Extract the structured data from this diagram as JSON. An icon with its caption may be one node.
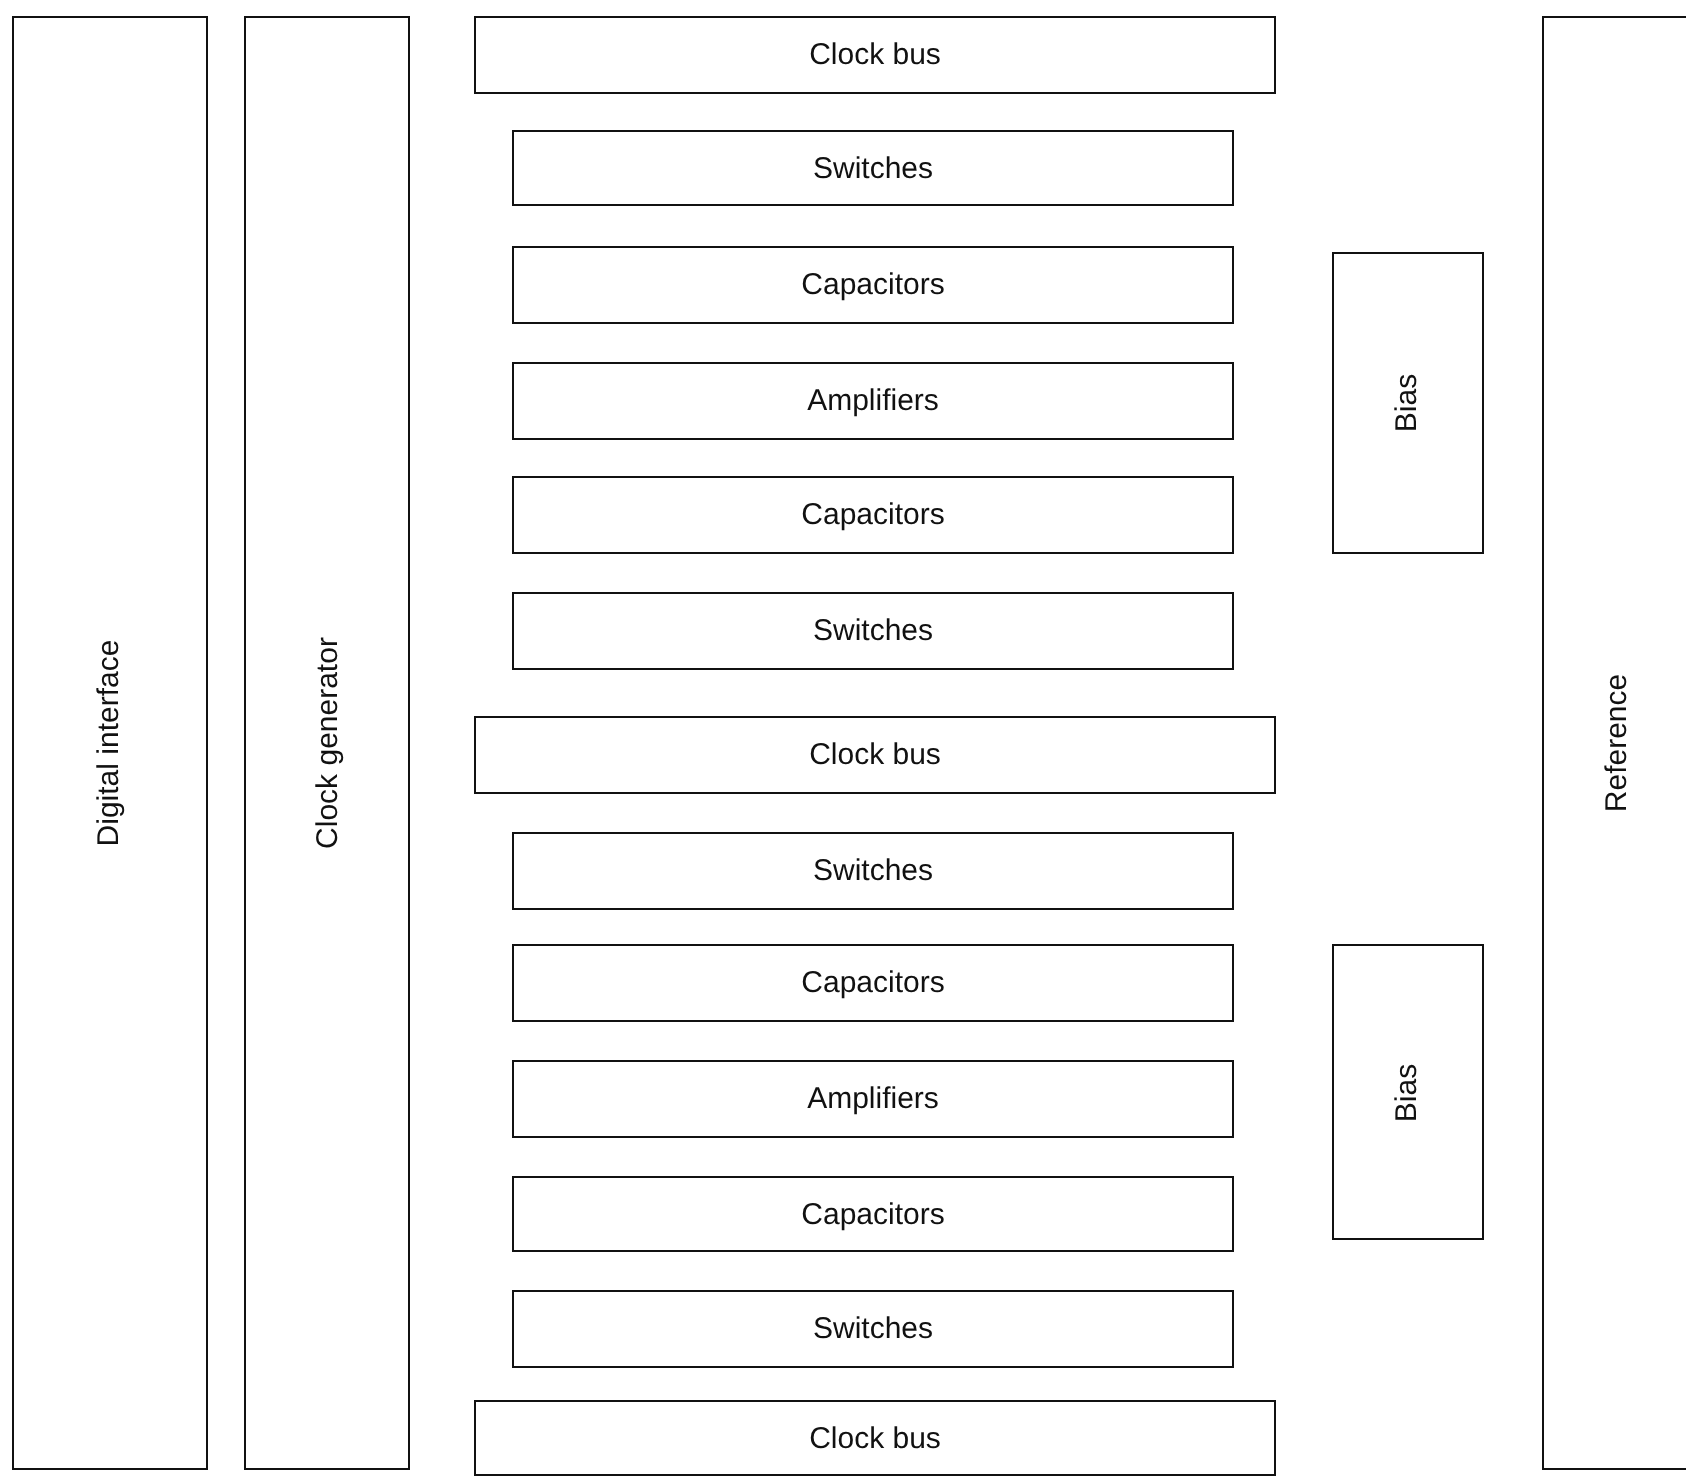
{
  "diagram": {
    "nodes": [
      {
        "text": [
          "Digital interface"
        ]
      },
      {
        "text": [
          "Clock generator"
        ]
      },
      {
        "text": [
          "Clock bus"
        ]
      },
      {
        "text": [
          "Switches"
        ]
      },
      {
        "text": [
          "Capacitors"
        ]
      },
      {
        "text": [
          "Amplifiers"
        ]
      },
      {
        "text": [
          "Capacitors"
        ]
      },
      {
        "text": [
          "Switches"
        ]
      },
      {
        "text": [
          "Clock bus"
        ]
      },
      {
        "text": [
          "Switches"
        ]
      },
      {
        "text": [
          "Capacitors"
        ]
      },
      {
        "text": [
          "Amplifiers"
        ]
      },
      {
        "text": [
          "Capacitors"
        ]
      },
      {
        "text": [
          "Switches"
        ]
      },
      {
        "text": [
          "Clock bus"
        ]
      },
      {
        "text": [
          "Bias"
        ]
      },
      {
        "text": [
          "Bias"
        ]
      },
      {
        "text": [
          "Reference"
        ]
      }
    ]
  }
}
